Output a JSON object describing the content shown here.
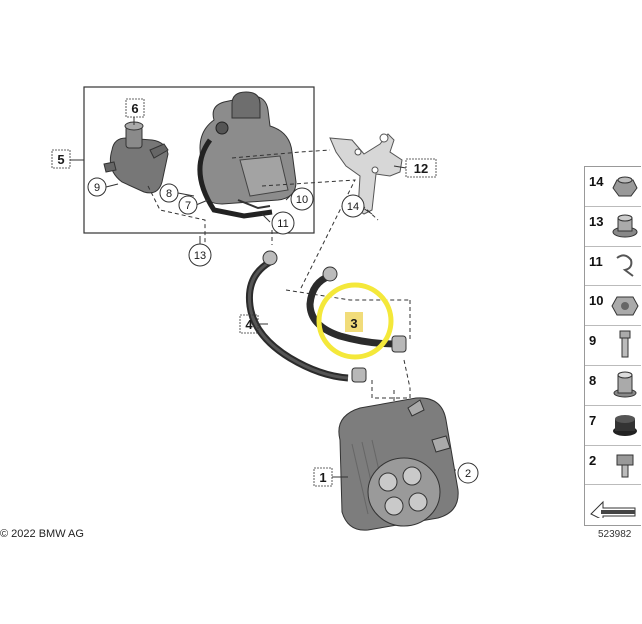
{
  "parts": {
    "p1": "1",
    "p2": "2",
    "p3": "3",
    "p4": "4",
    "p5": "5",
    "p6": "6",
    "p7": "7",
    "p8": "8",
    "p9": "9",
    "p10": "10",
    "p11": "11",
    "p12": "12",
    "p13": "13",
    "p14": "14"
  },
  "legend": [
    "14",
    "13",
    "11",
    "10",
    "9",
    "8",
    "7",
    "2"
  ],
  "copyright": "© 2022 BMW AG",
  "diagram_id": "523982",
  "colors": {
    "highlight_circle": "#f4e83a",
    "highlight_label": "#f1dc7a",
    "line": "#333333"
  }
}
